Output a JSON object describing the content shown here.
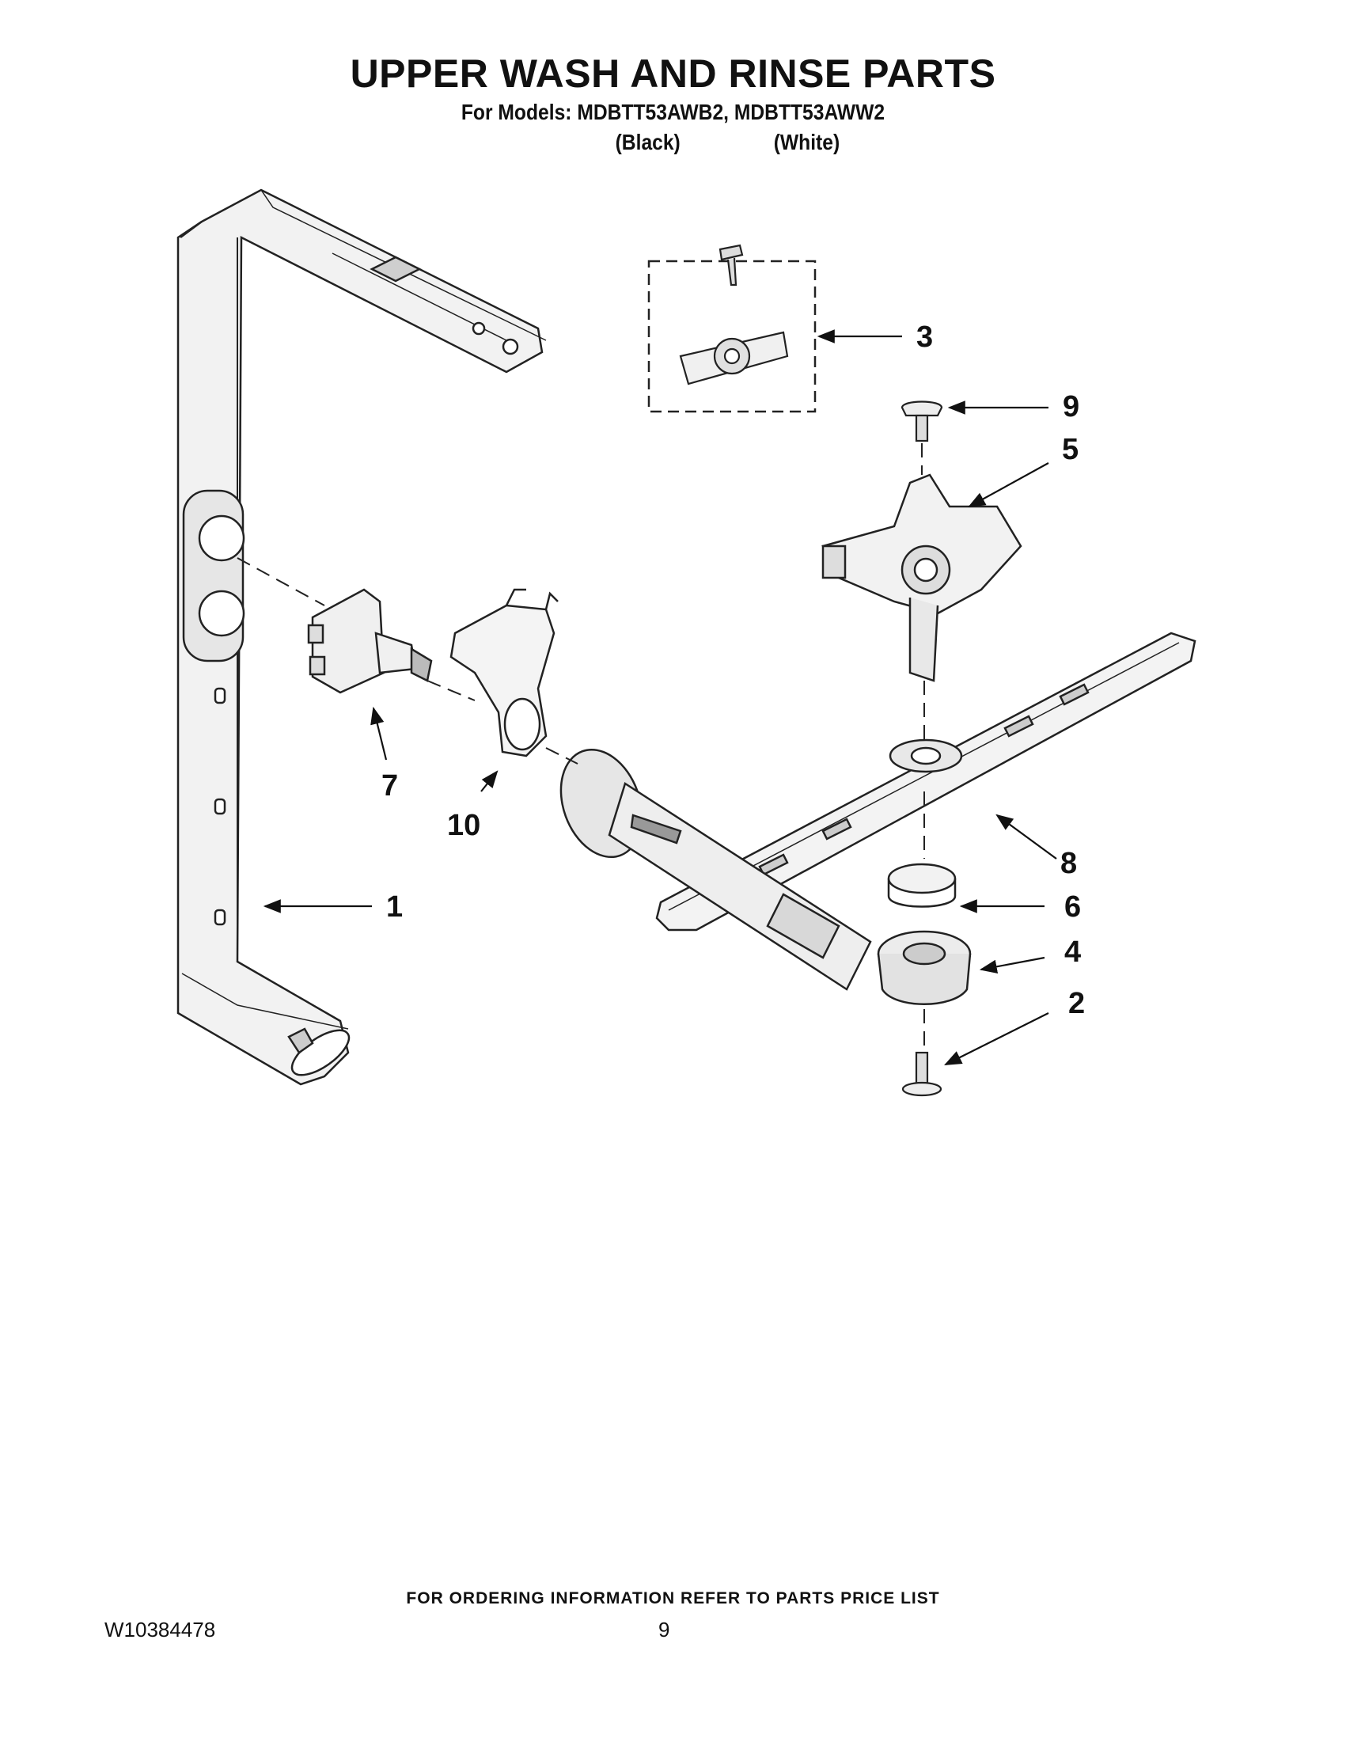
{
  "header": {
    "title": "UPPER WASH AND RINSE PARTS",
    "models_line": "For Models: MDBTT53AWB2, MDBTT53AWW2",
    "variant_1": "(Black)",
    "variant_2": "(White)"
  },
  "callouts": [
    "1",
    "2",
    "3",
    "4",
    "5",
    "6",
    "7",
    "8",
    "9",
    "10"
  ],
  "footer": {
    "ordering_note": "FOR ORDERING INFORMATION REFER TO PARTS PRICE LIST",
    "document_number": "W10384478",
    "page_number": "9"
  }
}
